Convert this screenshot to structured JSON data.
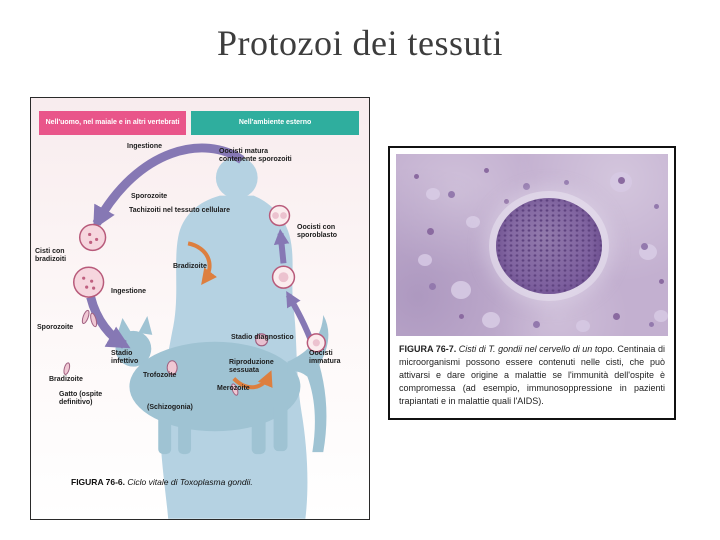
{
  "title": "Protozoi dei tessuti",
  "figure_left": {
    "header": {
      "human": "Nell'uomo, nel maiale e in altri vertebrati",
      "environment": "Nell'ambiente esterno"
    },
    "labels": {
      "ingestione_top": "Ingestione",
      "oocisti_matura": "Oocisti matura contenente sporozoiti",
      "sporozoite_top": "Sporozoite",
      "tachizoiti": "Tachizoiti nel tessuto cellulare",
      "oocisti_sporoblasto": "Oocisti con sporoblasto",
      "cisti_bradizoiti": "Cisti con bradizoiti",
      "bradizoite_mid": "Bradizoite",
      "ingestione_mid": "Ingestione",
      "sporozoite_left": "Sporozoite",
      "stadio_diagnostico": "Stadio diagnostico",
      "stadio_infettivo": "Stadio infettivo",
      "bradizoite_bottom": "Bradizoite",
      "trofozoite": "Trofozoite",
      "riproduzione_sessuata": "Riproduzione sessuata",
      "merozoite": "Merozoite",
      "oocisti_immatura": "Oocisti immatura",
      "gatto": "Gatto (ospite definitivo)",
      "schizogonia": "(Schizogonia)"
    },
    "caption": {
      "label": "FIGURA 76-6.",
      "text": "Ciclo vitale di Toxoplasma gondii."
    }
  },
  "figure_right": {
    "caption": {
      "label": "FIGURA 76-7.",
      "lead": "Cisti di T. gondii nel cervello di un topo.",
      "rest": "Centinaia di microorganismi possono essere contenuti nelle cisti, che può attivarsi e dare origine a malattie se l'immunità dell'ospite è compromessa (ad esempio, immunosoppressione in pazienti trapiantati e in malattie quali l'AIDS)."
    }
  },
  "colors": {
    "header_pink": "#e9558a",
    "header_teal": "#2fae9e",
    "arrow_purple": "#8678b4",
    "arrow_orange": "#dd7f3f",
    "human_silhouette": "#b5d2e2",
    "cat_silhouette": "#9fc3d3",
    "micrograph_base": "#c3b0d0",
    "cyst_purple": "#7a5c9c"
  }
}
